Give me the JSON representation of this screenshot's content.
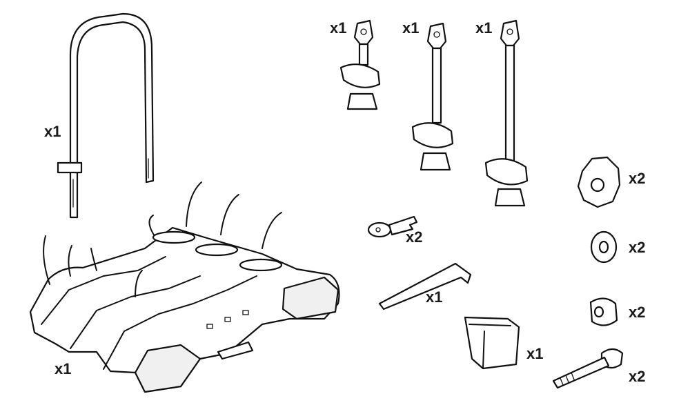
{
  "diagram": {
    "parts": [
      {
        "id": "frame-arch",
        "icon": "arch-frame-icon",
        "quantity": "x1"
      },
      {
        "id": "carrier-base",
        "icon": "bike-carrier-icon",
        "quantity": "x1"
      },
      {
        "id": "short-arm",
        "icon": "short-frame-holder-icon",
        "quantity": "x1"
      },
      {
        "id": "medium-arm",
        "icon": "medium-frame-holder-icon",
        "quantity": "x1"
      },
      {
        "id": "long-arm",
        "icon": "long-frame-holder-icon",
        "quantity": "x1"
      },
      {
        "id": "key",
        "icon": "key-icon",
        "quantity": "x2"
      },
      {
        "id": "allen-key",
        "icon": "allen-key-icon",
        "quantity": "x1"
      },
      {
        "id": "bracket",
        "icon": "bracket-icon",
        "quantity": "x1"
      },
      {
        "id": "knob",
        "icon": "knob-icon",
        "quantity": "x2"
      },
      {
        "id": "washer",
        "icon": "washer-icon",
        "quantity": "x2"
      },
      {
        "id": "spacer",
        "icon": "spacer-icon",
        "quantity": "x2"
      },
      {
        "id": "bolt",
        "icon": "bolt-icon",
        "quantity": "x2"
      }
    ]
  },
  "colors": {
    "line": "#111111",
    "fill": "#ffffff",
    "text": "#1a1a1a"
  }
}
